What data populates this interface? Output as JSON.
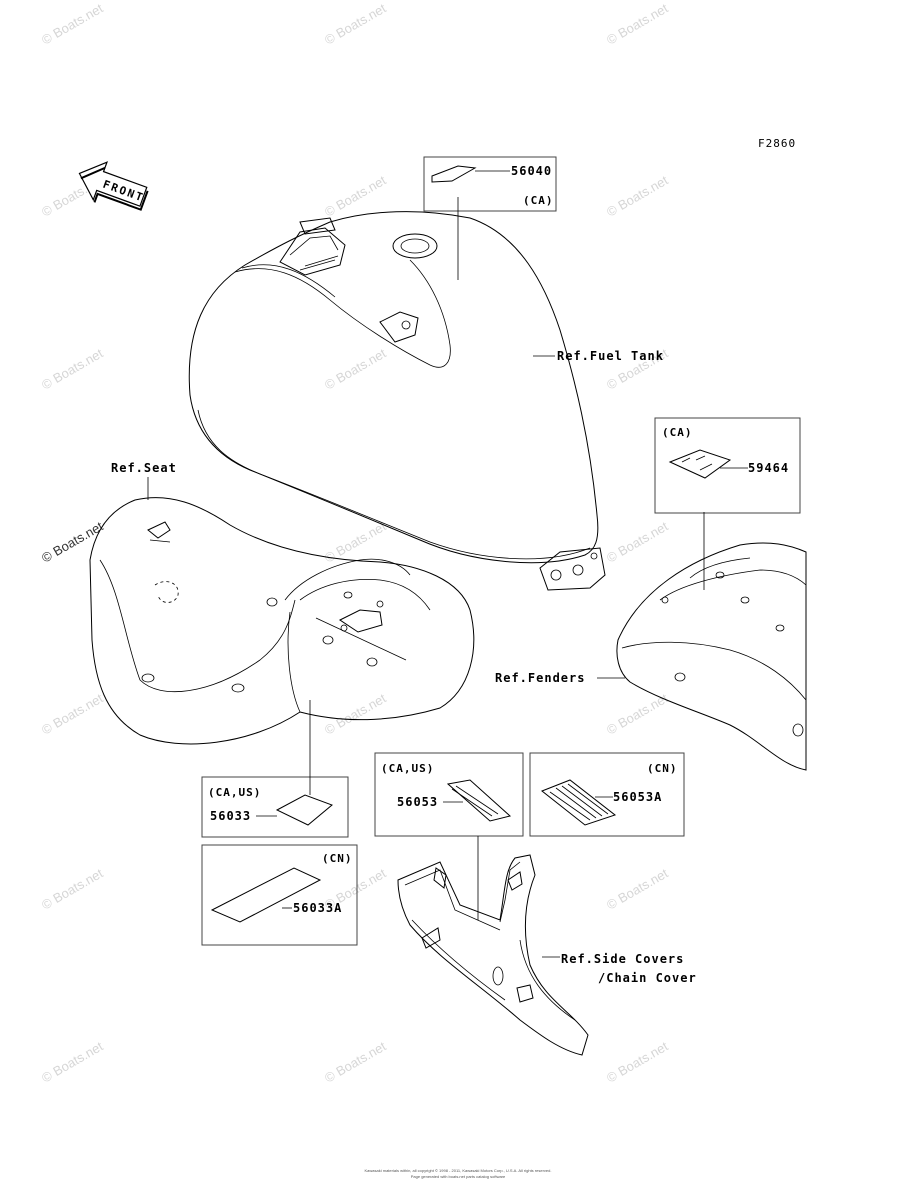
{
  "figure_code": "F2860",
  "front_label": "FRONT",
  "watermark": "© Boats.net",
  "references": {
    "fuel_tank": "Ref.Fuel Tank",
    "seat": "Ref.Seat",
    "fenders": "Ref.Fenders",
    "side_covers_line1": "Ref.Side Covers",
    "side_covers_line2": "/Chain Cover"
  },
  "part_boxes": {
    "p56040": {
      "part": "56040",
      "region": "(CA)"
    },
    "p59464": {
      "part": "59464",
      "region": "(CA)"
    },
    "p56033": {
      "part": "56033",
      "region": "(CA,US)"
    },
    "p56033A": {
      "part": "56033A",
      "region": "(CN)"
    },
    "p56053": {
      "part": "56053",
      "region": "(CA,US)"
    },
    "p56053A": {
      "part": "56053A",
      "region": "(CN)"
    }
  },
  "footer": {
    "line1": "Kawasaki materials within, all copyright © 1998 - 2011, Kawasaki Motors Corp., U.S.A. All rights reserved.",
    "line2": "Page generated with boats.net parts catalog software"
  }
}
